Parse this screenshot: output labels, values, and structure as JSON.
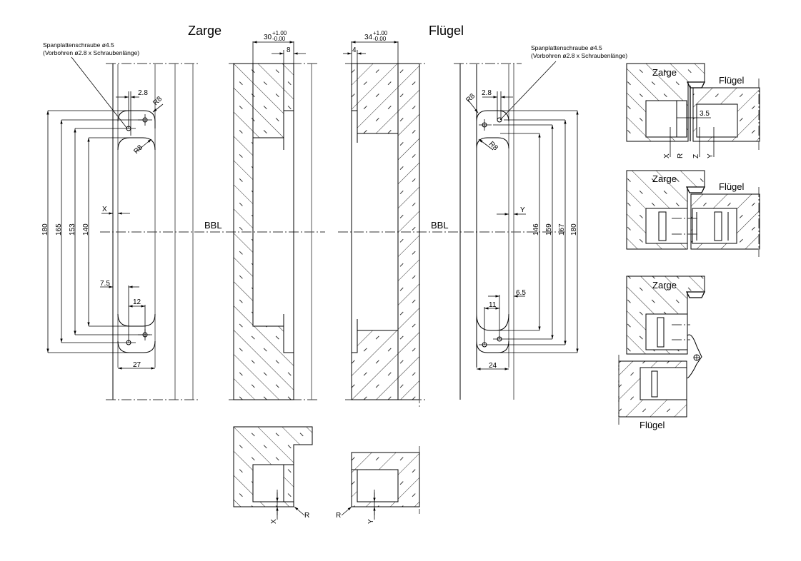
{
  "titles": {
    "zarge": "Zarge",
    "fluegel": "Flügel"
  },
  "axis_label": "BBL",
  "screw_note": {
    "line1": "Spanplattenschraube ø4.5",
    "line2": "(Vorbohren ø2.8 x Schraubenlänge)"
  },
  "zarge_plate": {
    "heights": [
      "180",
      "165",
      "153",
      "140"
    ],
    "hole_offset": "2.8",
    "radius_top": "R8",
    "radius_inner": "R8",
    "offset_x": "X",
    "edge_offset": "7.5",
    "hole_spacing": "12",
    "width": "27"
  },
  "fluegel_plate": {
    "heights": [
      "146",
      "159",
      "167",
      "180"
    ],
    "hole_offset": "2.8",
    "radius_top": "R8",
    "radius_inner": "R8",
    "offset_y": "Y",
    "edge_offset": "6.5",
    "hole_spacing": "11",
    "width": "24"
  },
  "pocket": {
    "zarge_depth": "30",
    "zarge_tol_plus": "+1.00",
    "zarge_tol_minus": "-0.00",
    "zarge_step": "8",
    "fluegel_depth": "34",
    "fluegel_tol_plus": "+1.00",
    "fluegel_tol_minus": "-0.00",
    "fluegel_step": "4"
  },
  "bottom_sections": {
    "zarge_labels": [
      "X",
      "R"
    ],
    "fluegel_labels": [
      "R",
      "Y"
    ]
  },
  "side_sections": [
    {
      "top": "Zarge",
      "side": "Flügel",
      "gap": "3.5",
      "labels": [
        "X",
        "R",
        "Z",
        "Y"
      ]
    },
    {
      "top": "Zarge",
      "side": "Flügel"
    },
    {
      "top": "Zarge",
      "bottom": "Flügel"
    }
  ]
}
